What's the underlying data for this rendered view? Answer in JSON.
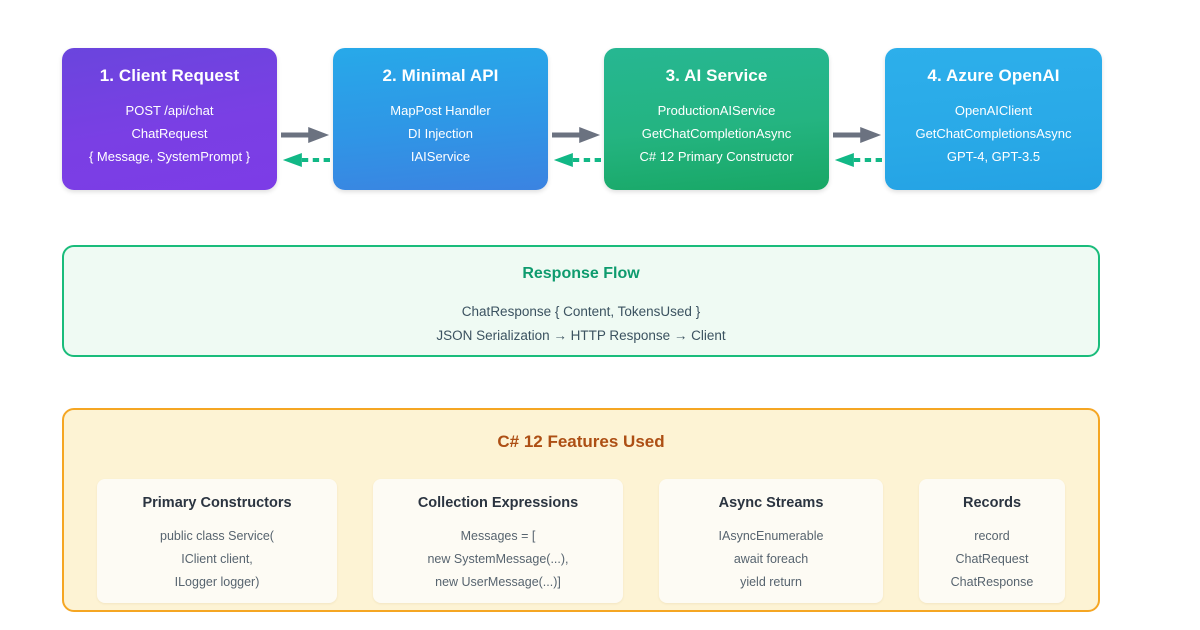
{
  "pipeline": {
    "stages": [
      {
        "title": "1. Client Request",
        "lines": [
          "POST /api/chat",
          "ChatRequest",
          "{ Message, SystemPrompt }"
        ],
        "color": "#7a3fe4"
      },
      {
        "title": "2. Minimal API",
        "lines": [
          "MapPost Handler",
          "DI Injection",
          "IAIService"
        ],
        "color": "#2f96e6"
      },
      {
        "title": "3. AI Service",
        "lines": [
          "ProductionAIService",
          "GetChatCompletionAsync",
          "C# 12 Primary Constructor"
        ],
        "color": "#24b481"
      },
      {
        "title": "4. Azure OpenAI",
        "lines": [
          "OpenAIClient",
          "GetChatCompletionsAsync",
          "GPT-4, GPT-3.5"
        ],
        "color": "#29a9e7"
      }
    ],
    "connectors": {
      "forward_icon": "solid-right-arrow-icon",
      "backward_icon": "dashed-left-arrow-icon",
      "forward_color": "#6b7280",
      "backward_color": "#12b886"
    }
  },
  "response_flow": {
    "title": "Response Flow",
    "lines": [
      "ChatResponse { Content, TokensUsed }",
      "JSON Serialization → HTTP Response → Client"
    ],
    "border_color": "#1abc7b",
    "background_color": "#effaf3",
    "title_color": "#0e9b6e"
  },
  "features": {
    "title": "C# 12 Features Used",
    "border_color": "#f5a623",
    "background_color": "#fdf3d4",
    "title_color": "#ad4f14",
    "cards": [
      {
        "title": "Primary Constructors",
        "lines": [
          "public class Service(",
          "IClient client,",
          "ILogger logger)"
        ]
      },
      {
        "title": "Collection Expressions",
        "lines": [
          "Messages = [",
          "new SystemMessage(...),",
          "new UserMessage(...)]"
        ]
      },
      {
        "title": "Async Streams",
        "lines": [
          "IAsyncEnumerable",
          "await foreach",
          "yield return"
        ]
      },
      {
        "title": "Records",
        "lines": [
          "record",
          "ChatRequest",
          "ChatResponse"
        ]
      }
    ]
  }
}
